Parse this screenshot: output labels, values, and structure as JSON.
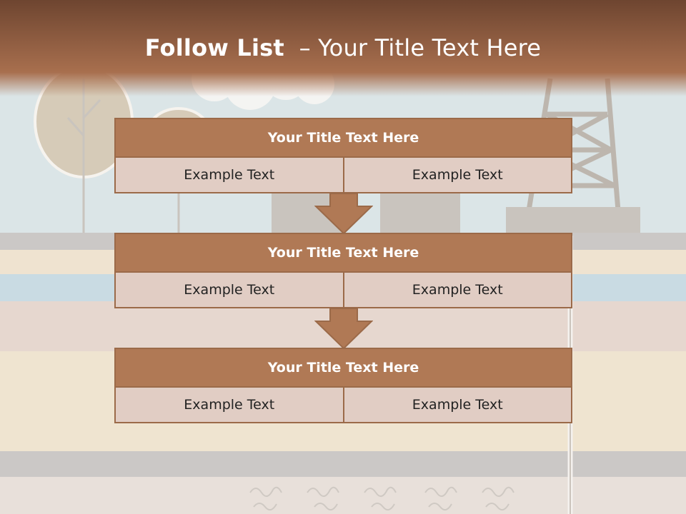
{
  "slide": {
    "title_bold": "Follow List",
    "title_rest": "– Your Title Text Here"
  },
  "blocks": [
    {
      "title": "Your Title Text Here",
      "left": "Example Text",
      "right": "Example Text"
    },
    {
      "title": "Your Title Text Here",
      "left": "Example Text",
      "right": "Example Text"
    },
    {
      "title": "Your Title Text Here",
      "left": "Example Text",
      "right": "Example Text"
    }
  ],
  "colors": {
    "header_brown": "#9c6a48",
    "block_title_fill": "#b07955",
    "block_cell_fill": "#e1cdc4",
    "sky": "#d9e4e6",
    "sand": "#f0e6d4"
  }
}
